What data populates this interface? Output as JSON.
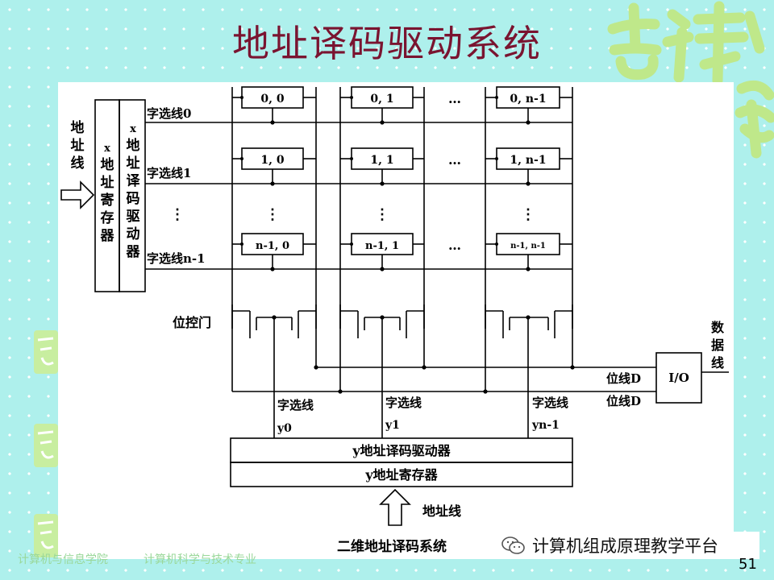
{
  "slide": {
    "title": "地址译码驱动系统",
    "page_number": "51",
    "footer_left": "计算机与信息学院",
    "footer_mid": "计算机科学与技术专业",
    "watermark": "计算机组成原理教学平台",
    "decoration_text": "吉祥"
  },
  "diagram": {
    "addr_line_left": [
      "地",
      "址",
      "线"
    ],
    "x_register": [
      "x",
      "地",
      "址",
      "寄",
      "存",
      "器"
    ],
    "x_decoder": [
      "x",
      "地",
      "址",
      "译",
      "码",
      "驱",
      "动",
      "器"
    ],
    "word_lines": [
      "字选线0",
      "字选线1",
      "字选线n-1"
    ],
    "cells": [
      [
        "0, 0",
        "0, 1",
        "0, n-1"
      ],
      [
        "1, 0",
        "1, 1",
        "1, n-1"
      ],
      [
        "n-1, 0",
        "n-1, 1",
        "n-1, n-1"
      ]
    ],
    "ellipsis_h": "…",
    "ellipsis_v": "⋮",
    "bit_gate": "位控门",
    "io": "I/O",
    "data_line": [
      "数",
      "据",
      "线"
    ],
    "bit_lines": [
      "位线D",
      "位线D"
    ],
    "y_select_label": "字选线",
    "y_subs": [
      "y0",
      "y1",
      "yn-1"
    ],
    "y_decoder": "y地址译码驱动器",
    "y_register": "y地址寄存器",
    "addr_line_bottom": "地址线",
    "caption": "二维地址译码系统"
  },
  "colors": {
    "title": "#7a1430",
    "background": "#aef0ec",
    "decoration": "#bfe88a"
  }
}
